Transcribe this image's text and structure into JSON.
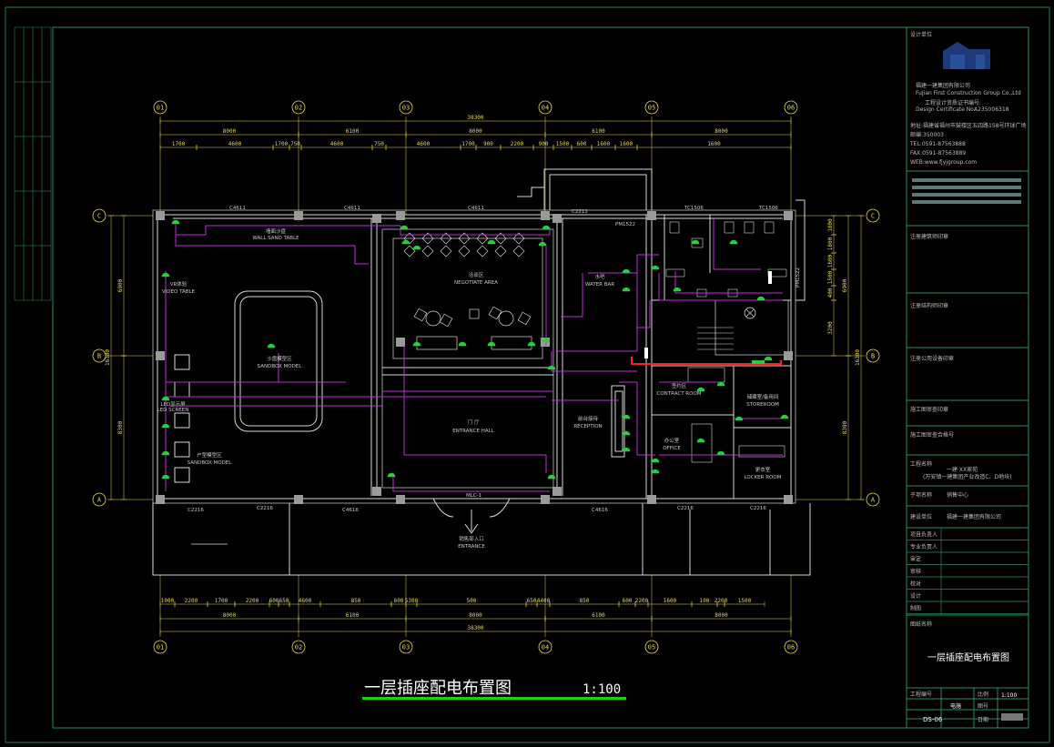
{
  "drawing": {
    "title": "一层插座配电布置图",
    "scale": "1:100",
    "sheet_title": "一层插座配电布置图",
    "sheet_no": "DS-06",
    "discipline": "电施",
    "sheet_scale": "1:100"
  },
  "company": {
    "name_cn": "福建一建集团有限公司",
    "name_en": "FuJian First Construction Group Co.,Ltd",
    "cert_label": "工程设计资质证书编号:",
    "cert_en": "Design Certificate No.",
    "cert_no": "A235006318",
    "address": "地址:福建省福州市鼓楼区五四路158号环球广场",
    "postcode": "邮编:350003",
    "tel": "TEL:0591-87563888",
    "fax": "FAX:0591-87563889",
    "web": "WEB:www.fjyjgroup.com",
    "client": "福建一建集团有限公司"
  },
  "title_block": {
    "project_name_label": "工程名称",
    "project_line1": "一建·XX家苑",
    "project_line2": "(万安镇一建集团产业改造C、D地块)",
    "subproject_label": "子项名称",
    "subproject": "销售中心",
    "client_label": "建设单位",
    "labels": [
      "项目负责人",
      "专业负责人",
      "审定",
      "审核",
      "校对",
      "设计",
      "制图"
    ],
    "stamps": [
      "注册建筑师印章",
      "注册结构师印章",
      "注册公用设备印章",
      "施工图审查印章",
      "施工图审查合格号"
    ],
    "drawing_name_label": "图纸名称",
    "scale_label": "比例",
    "no_label": "图号",
    "date_label": "日期",
    "code_label": "工程编号"
  },
  "axes": {
    "columns": [
      "01",
      "02",
      "03",
      "04",
      "05",
      "06"
    ],
    "rows": [
      "C",
      "B",
      "A"
    ]
  },
  "dims": {
    "top_total": "38300",
    "top_bays": [
      "8000",
      "6100",
      "8000",
      "6100",
      "8000"
    ],
    "top_sub": [
      "1700",
      "4600",
      "1700",
      "750",
      "4600",
      "750",
      "4600",
      "1700",
      "900",
      "2200",
      "900",
      "1500",
      "600",
      "1600",
      "1600",
      "1600"
    ],
    "bottom_total": "38300",
    "bottom_bays": [
      "8000",
      "6100",
      "8000",
      "6100",
      "8000"
    ],
    "bottom_sub": [
      "1000",
      "2200",
      "1700",
      "2200",
      "600",
      "650",
      "4600",
      "850",
      "600",
      "5300",
      "500",
      "650",
      "4400",
      "850",
      "600",
      "2200",
      "1600",
      "100",
      "2200",
      "1500"
    ],
    "left_total": "16300",
    "left_parts": [
      "6900",
      "8300"
    ],
    "right_total": "16300",
    "right_parts": [
      "6900",
      "8300"
    ],
    "right_sub": [
      "1800",
      "1800",
      "1600",
      "1500",
      "400",
      "3200"
    ]
  },
  "rooms": {
    "wall_sand_table": "WALL SAND TABLE",
    "wall_sand_table_cn": "墙面沙盘",
    "sandbox": "沙盘模型区",
    "sandbox_en": "SANDBOX MODEL",
    "negotiate": "洽谈区",
    "negotiate_en": "NEGOTIATE AREA",
    "water_bar": "水吧",
    "water_bar_en": "WATER BAR",
    "entrance_hall": "门 厅",
    "entrance_hall_en": "ENTRANCE HALL",
    "reception": "前台接待",
    "reception_en": "RECEPTION",
    "contract": "签约区",
    "contract_en": "CONTRACT ROOM",
    "storage": "储藏室/备用间",
    "storage_en": "STOREROOM",
    "office": "办公室",
    "office_en": "OFFICE",
    "locker": "更衣室",
    "locker_en": "LOCKER ROOM",
    "product": "户型模型区",
    "product_en": "SANDBOX MODEL",
    "screen": "LED显示屏",
    "screen_en": "LED SCREEN",
    "vrtable": "VR体验",
    "vrtable_en": "VIDEO TABLE",
    "entrance": "销售部入口",
    "entrance_en": "ENTRANCE"
  },
  "windows": [
    "C4611",
    "C4611",
    "C4611",
    "C2211",
    "C2216",
    "C2216",
    "C4616",
    "C4616",
    "C2216",
    "C2216"
  ],
  "doors": [
    "TC1506",
    "TC1506",
    "MLC-1",
    "PM1522",
    "PM1522"
  ],
  "colors": {
    "background": "#000000",
    "frame": "#1e7a62",
    "wall": "#d8d8d8",
    "wire": "#c02bd8",
    "socket": "#22d23b",
    "dimension": "#e6d84a",
    "main_feeder": "#ff2020",
    "underline": "#18d018"
  }
}
